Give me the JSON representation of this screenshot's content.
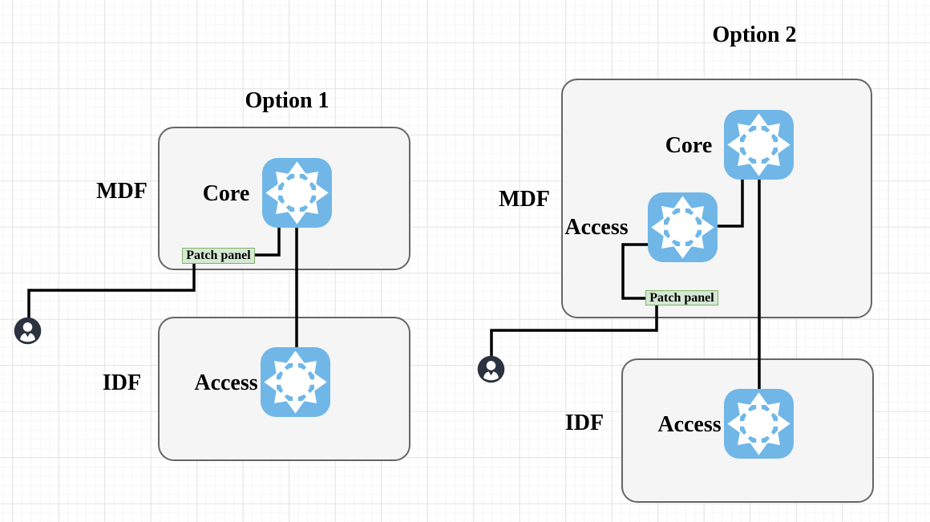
{
  "option1": {
    "title": "Option 1",
    "mdf_label": "MDF",
    "idf_label": "IDF",
    "core_label": "Core",
    "access_label": "Access",
    "patch_panel_label": "Patch panel"
  },
  "option2": {
    "title": "Option 2",
    "mdf_label": "MDF",
    "idf_label": "IDF",
    "core_label": "Core",
    "mdf_access_label": "Access",
    "idf_access_label": "Access",
    "patch_panel_label": "Patch panel"
  },
  "icons": {
    "switch": "multilayer-switch-icon",
    "user": "user-icon"
  },
  "colors": {
    "switch_blue": "#70B7E7",
    "switch_glyph": "#FFFFFF",
    "patch_panel_fill": "#D5E8D4",
    "patch_panel_border": "#82B366",
    "room_fill": "#F5F5F5",
    "room_border": "#666666",
    "connector": "#000000",
    "user_fill": "#2B3240",
    "label_text": "#000000"
  }
}
